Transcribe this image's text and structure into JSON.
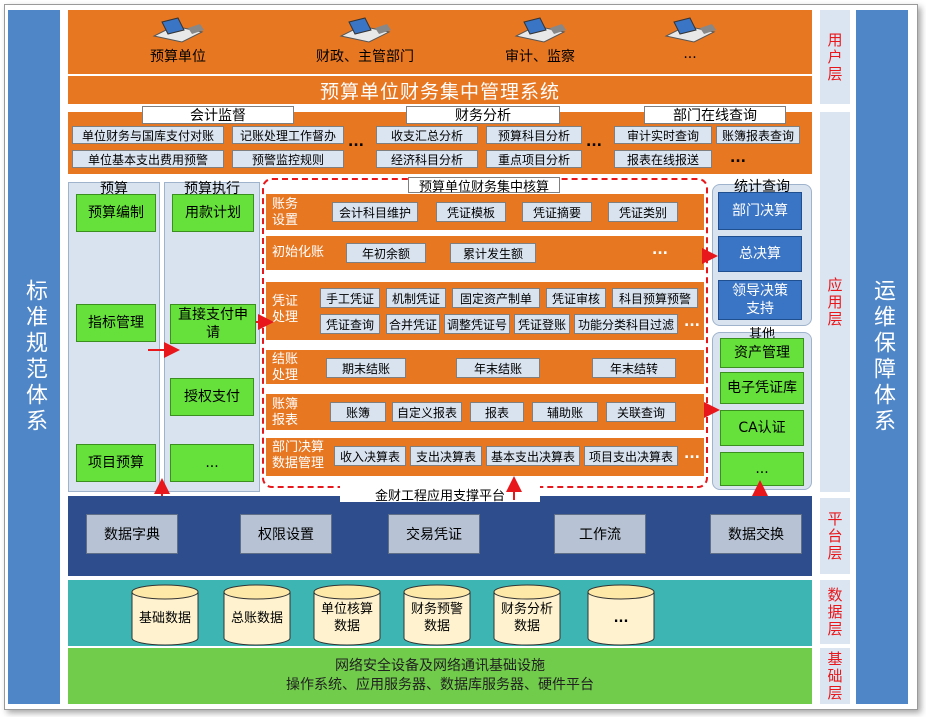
{
  "left_side": "标准规范体系",
  "right_side": "运维保障体系",
  "layers": {
    "user": "用户层",
    "app": "应用层",
    "platform": "平台层",
    "data": "数据层",
    "infra": "基础层"
  },
  "users": [
    "预算单位",
    "财政、主管部门",
    "审计、监察",
    "..."
  ],
  "system_title": "预算单位财务集中管理系统",
  "groups": {
    "accounting": {
      "title": "会计监督",
      "items": [
        "单位财务与国库支付对账",
        "记账处理工作督办",
        "单位基本支出费用预警",
        "预警监控规则"
      ],
      "more": "..."
    },
    "analysis": {
      "title": "财务分析",
      "items": [
        "收支汇总分析",
        "预算科目分析",
        "经济科目分析",
        "重点项目分析"
      ],
      "more": "..."
    },
    "query": {
      "title": "部门在线查询",
      "items": [
        "审计实时查询",
        "账簿报表查询",
        "报表在线报送"
      ],
      "more": "..."
    }
  },
  "budget": {
    "title": "预算",
    "items": [
      "预算编制",
      "指标管理",
      "项目预算"
    ]
  },
  "execution": {
    "title": "预算执行",
    "items": [
      "用款计划",
      "直接支付申请",
      "授权支付",
      "..."
    ]
  },
  "core": {
    "title": "预算单位财务集中核算",
    "rows": [
      {
        "label": "账务设置",
        "items": [
          "会计科目维护",
          "凭证模板",
          "凭证摘要",
          "凭证类别"
        ]
      },
      {
        "label": "初始化账",
        "items": [
          "年初余额",
          "累计发生额"
        ],
        "more": "..."
      },
      {
        "label": "凭证处理",
        "items": [
          "手工凭证",
          "机制凭证",
          "固定资产制单",
          "凭证审核",
          "科目预算预警",
          "凭证查询",
          "合并凭证",
          "调整凭证号",
          "凭证登账",
          "功能分类科目过滤"
        ],
        "more": "..."
      },
      {
        "label": "结账处理",
        "items": [
          "期末结账",
          "年末结账",
          "年末结转"
        ]
      },
      {
        "label": "账簿报表",
        "items": [
          "账簿",
          "自定义报表",
          "报表",
          "辅助账",
          "关联查询"
        ]
      },
      {
        "label": "部门决算数据管理",
        "items": [
          "收入决算表",
          "支出决算表",
          "基本支出决算表",
          "项目支出决算表"
        ],
        "more": "..."
      }
    ]
  },
  "stats": {
    "title": "统计查询",
    "items": [
      "部门决算",
      "总决算",
      "领导决策支持"
    ]
  },
  "other": {
    "title": "其他",
    "items": [
      "资产管理",
      "电子凭证库",
      "CA认证",
      "..."
    ]
  },
  "platform": {
    "title": "金财工程应用支撑平台",
    "items": [
      "数据字典",
      "权限设置",
      "交易凭证",
      "工作流",
      "数据交换"
    ]
  },
  "data": {
    "items": [
      "基础数据",
      "总账数据",
      "单位核算数据",
      "财务预警数据",
      "财务分析数据",
      "..."
    ]
  },
  "infra": {
    "line1": "网络安全设备及网络通讯基础设施",
    "line2": "操作系统、应用服务器、数据库服务器、硬件平台"
  },
  "colors": {
    "orange": "#e87722",
    "blue_side": "#4f86c8",
    "green": "#66e03a",
    "blue_btn": "#3a74c4",
    "platform": "#2e4d8c",
    "teal": "#3db6b3",
    "infra_green": "#70cc4a",
    "red": "#e8171b"
  }
}
